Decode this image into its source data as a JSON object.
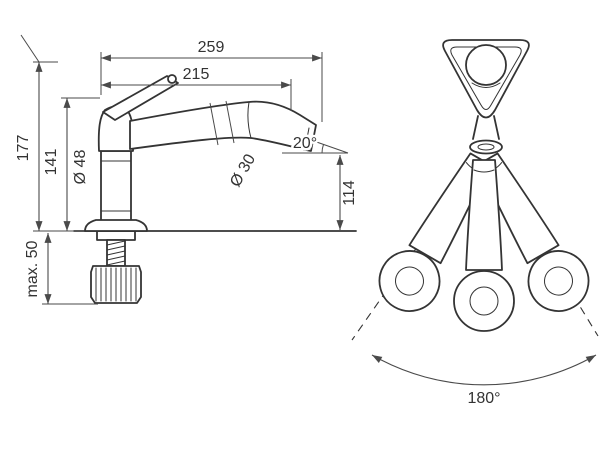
{
  "drawing": {
    "background": "#ffffff",
    "line_color": "#343434",
    "side_view": {
      "dims": {
        "total_reach": "259",
        "spout_reach": "215",
        "total_height": "177",
        "spout_height": "141",
        "body_diameter": "Ø 48",
        "spout_diameter": "Ø 30",
        "spray_angle": "20°",
        "outlet_height": "114",
        "max_mounting_thickness": "max. 50"
      }
    },
    "top_view": {
      "dims": {
        "swivel_range": "180°"
      }
    }
  }
}
